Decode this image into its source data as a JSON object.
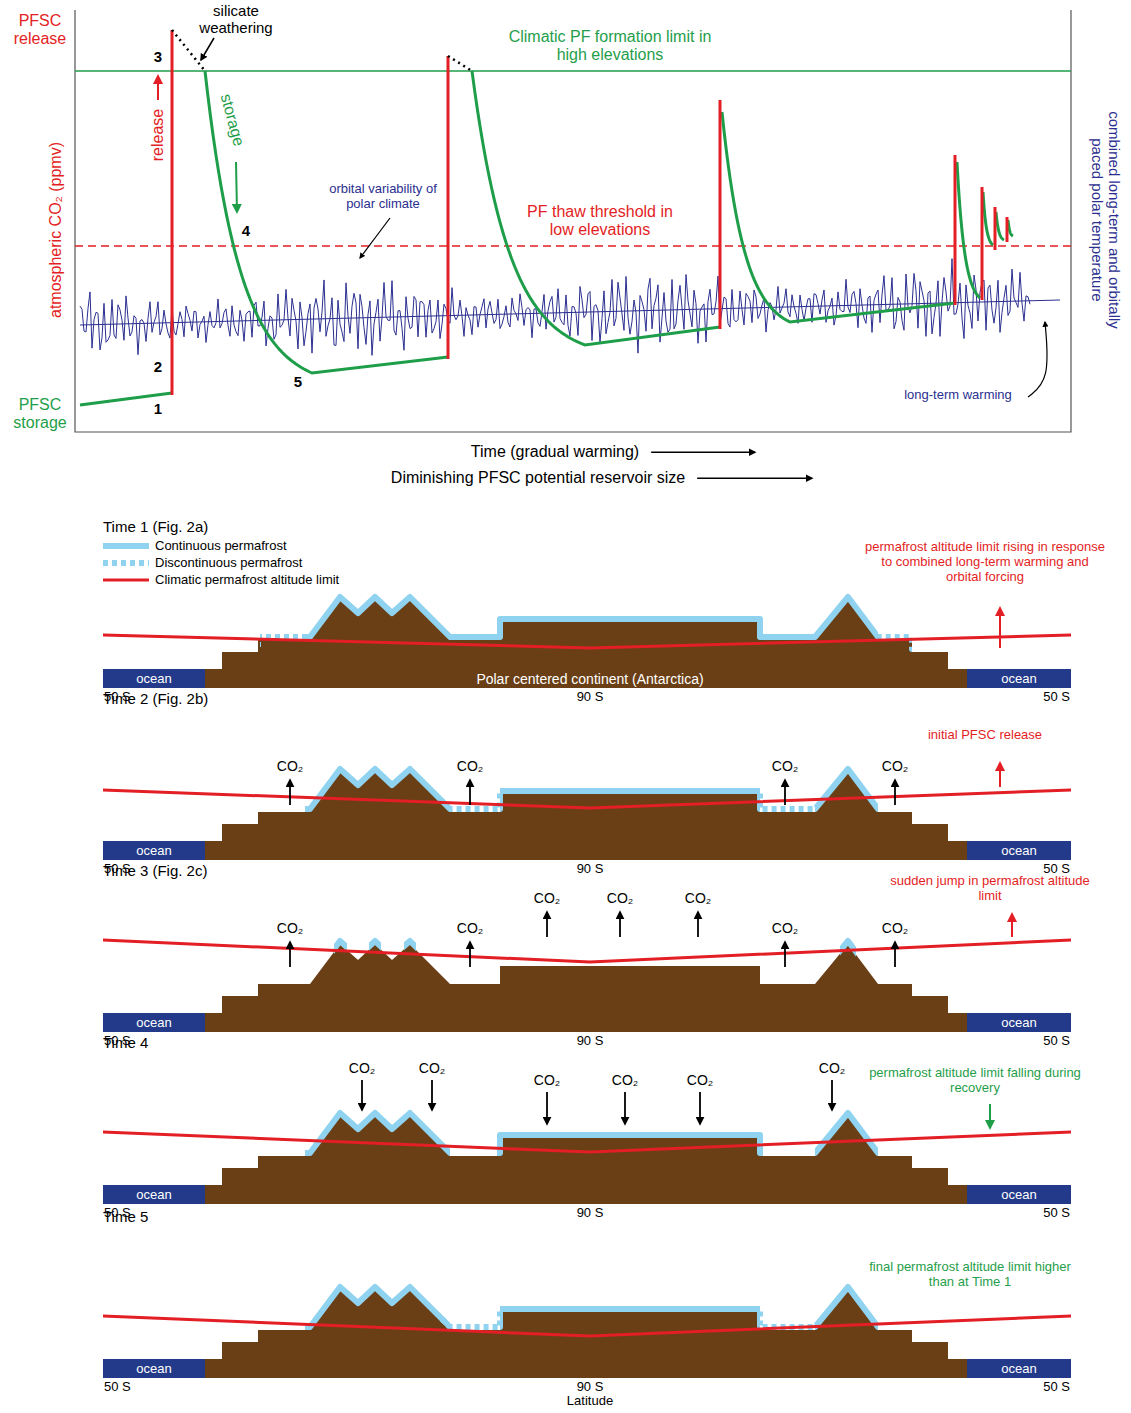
{
  "diagram": {
    "nodes": [
      {
        "text": [
          "ocean"
        ]
      },
      {
        "text": [
          "ocean"
        ]
      },
      {
        "text": [
          "ocean"
        ]
      },
      {
        "text": [
          "ocean"
        ]
      },
      {
        "text": [
          "ocean"
        ]
      },
      {
        "text": [
          "ocean"
        ]
      },
      {
        "text": [
          "ocean"
        ]
      },
      {
        "text": [
          "ocean"
        ]
      },
      {
        "text": [
          "ocean"
        ]
      },
      {
        "text": [
          "ocean"
        ]
      }
    ],
    "labels": [
      "PFSC release",
      "silicate weathering",
      "3",
      "release",
      "storage",
      "Climatic PF formation limit in high elevations",
      "orbital variability of polar climate",
      "PF thaw threshold in low elevations",
      "4",
      "2",
      "5",
      "1",
      "PFSC storage",
      "atmospheric CO₂ (ppmv)",
      "long-term warming",
      "combined long-term and orbitally paced polar temperature",
      "Time (gradual warming)",
      "Diminishing PFSC potential reservoir size",
      "Time 1 (Fig. 2a)",
      "permafrost altitude limit rising in response to combined long-term warming and orbital forcing",
      "Polar centered continent (Antarctica)",
      "50 S",
      "90 S",
      "50 S",
      "Time 2 (Fig. 2b)",
      "initial PFSC release",
      "CO₂",
      "CO₂",
      "CO₂",
      "CO₂",
      "50 S",
      "90 S",
      "50 S",
      "Time 3 (Fig. 2c)",
      "sudden jump in permafrost altitude limit",
      "CO₂",
      "CO₂",
      "CO₂",
      "CO₂",
      "CO₂",
      "CO₂",
      "CO₂",
      "50 S",
      "90 S",
      "50 S",
      "Time 4",
      "permafrost altitude limit falling during recovery",
      "CO₂",
      "CO₂",
      "CO₂",
      "CO₂",
      "CO₂",
      "CO₂",
      "50 S",
      "90 S",
      "50 S",
      "Time 5",
      "final permafrost altitude limit higher than at Time 1",
      "50 S",
      "90 S",
      "50 S",
      "Latitude"
    ],
    "legend": [
      {
        "text": "Continuous permafrost"
      },
      {
        "text": "Discontinuous permafrost"
      },
      {
        "text": "Climatic permafrost altitude limit"
      }
    ]
  }
}
